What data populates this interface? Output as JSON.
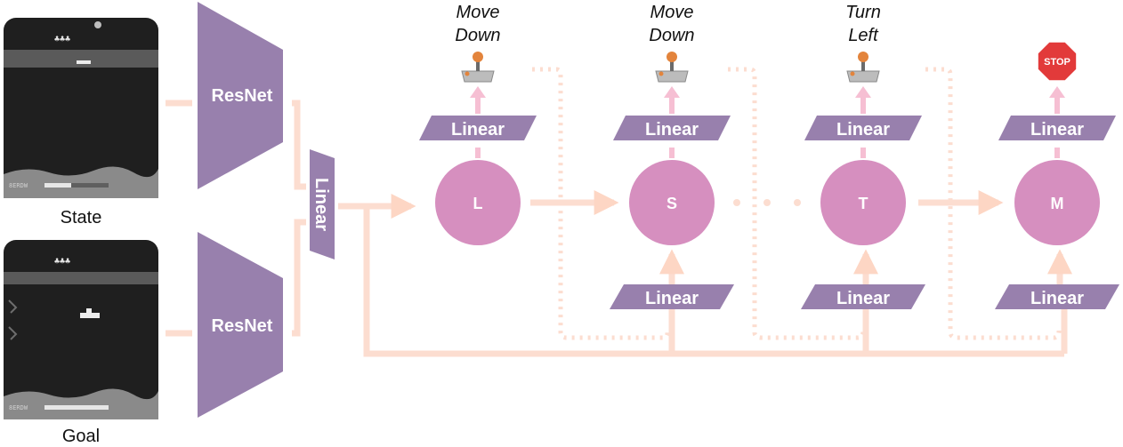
{
  "inputs": {
    "state_label": "State",
    "goal_label": "Goal",
    "screen_hud_text": "8ERDW"
  },
  "encoders": {
    "resnet_top": "ResNet",
    "resnet_bottom": "ResNet",
    "fusion_linear": "Linear"
  },
  "nodes": [
    {
      "label": "L",
      "action_lines": [
        "Move",
        "Down"
      ],
      "action_icon": "joystick-icon",
      "head": "Linear",
      "input_linear": ""
    },
    {
      "label": "S",
      "action_lines": [
        "Move",
        "Down"
      ],
      "action_icon": "joystick-icon",
      "head": "Linear",
      "input_linear": "Linear"
    },
    {
      "label": "T",
      "action_lines": [
        "Turn",
        "Left"
      ],
      "action_icon": "joystick-icon",
      "head": "Linear",
      "input_linear": "Linear"
    },
    {
      "label": "M",
      "action_lines": [],
      "action_icon": "stop-sign-icon",
      "head": "Linear",
      "input_linear": "Linear"
    }
  ],
  "stop_sign_text": "STOP",
  "colors": {
    "block": "#9880ad",
    "node": "#d68fbf",
    "arrow": "#fcddd0",
    "arrow_head": "#fdd6c4",
    "up_arrow": "#f6bfd3",
    "screen": "#222222",
    "stop_red": "#e23a3a"
  }
}
